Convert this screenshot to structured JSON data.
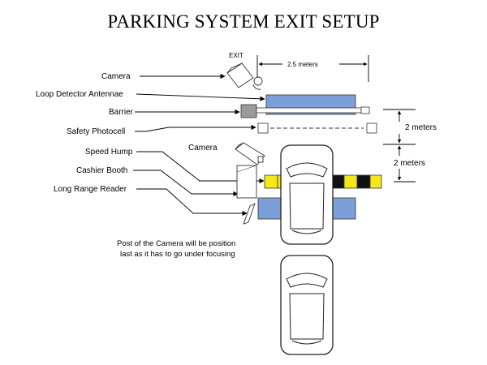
{
  "title": "PARKING SYSTEM EXIT SETUP",
  "labels": {
    "camera": "Camera",
    "loop_detector": "Loop Detector Antennae",
    "barrier": "Barrier",
    "safety_photocell": "Safety Photocell",
    "speed_hump": "Speed Hump",
    "cashier_booth": "Cashier Booth",
    "long_range_reader": "Long Range Reader",
    "camera_2": "Camera"
  },
  "dimensions": {
    "exit": "EXIT",
    "width": "2.5 meters",
    "gap_1": "2 meters",
    "gap_2": "2 meters"
  },
  "note": {
    "line1": "Post of the Camera will be position",
    "line2": "last as it has to go under focusing"
  },
  "colors": {
    "loop_blue": "#7b9fd6",
    "hump_yellow": "#f4e81a",
    "barrier_gray": "#9a9a9a"
  }
}
